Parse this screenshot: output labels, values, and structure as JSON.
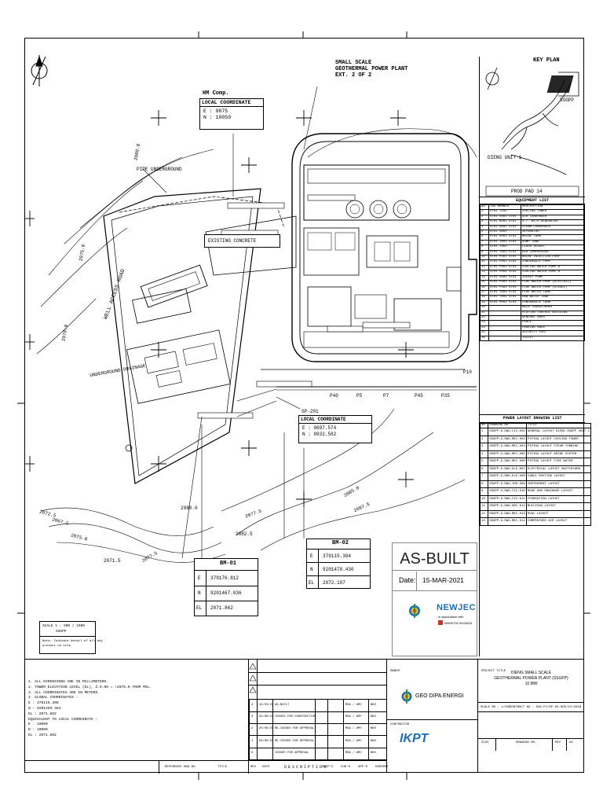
{
  "drawing": {
    "plant_label": [
      "SMALL SCALE",
      "GEOTHERMAL POWER PLANT",
      "EXT. 2 OF 2"
    ],
    "hm_label": "HM Comp.",
    "local_coord_title": "LOCAL COORDINATE",
    "local_coord_e": "E  : 9875",
    "local_coord_n": "N  : 10050",
    "pipe_underground": "PIPE UNDERGROUND",
    "existing_concrete": "EXISTING CONCRETE",
    "underground_drainage": "UNDERGROUND DRAINAGE",
    "road_label": "WELL ACCESS ROAD",
    "sp_label": "SP-201",
    "sp_coord_title": "LOCAL COORDINATE",
    "sp_coord_e": "E  : 9697.574",
    "sp_coord_n": "N  : 9932.582",
    "contours": [
      "2075.0",
      "2070.0",
      "2072.5",
      "2067.5",
      "2075.0",
      "2080.0",
      "2077.5",
      "2082.5",
      "2085.0",
      "2087.5",
      "2071.5",
      "2077.5",
      "2080.0"
    ],
    "grid_labels": [
      "P40",
      "P5",
      "P7",
      "P45",
      "P35",
      "P10"
    ],
    "bm01": {
      "title": "BM-01",
      "rows": [
        [
          "E",
          "379176.812"
        ],
        [
          "N",
          "9201467.036"
        ],
        [
          "EL",
          "2071.862"
        ]
      ]
    },
    "bm02": {
      "title": "BM-02",
      "rows": [
        [
          "E",
          "379115.304"
        ],
        [
          "N",
          "9201470.430"
        ],
        [
          "EL",
          "2072.107"
        ]
      ]
    },
    "scale_note": [
      "SCALE 1 : 500 / 1000",
      "SSGPP"
    ],
    "scale_note2": [
      "Note: Indicate detail of all key",
      "product on site"
    ]
  },
  "keyplan": {
    "title": "KEY PLAN",
    "ssgpp": "SSGPP",
    "unit_label": "DIENG UNIT 1",
    "pad_label": "PROD PAD 14"
  },
  "equipment_list": {
    "title": "EQUIPMENT LIST",
    "headers": [
      "No.",
      "TAG NUMBER",
      "DESCRIPTION"
    ],
    "rows": [
      [
        "1",
        "ST01 T102",
        "COOLING TOWER"
      ],
      [
        "2",
        "ST01 E001 ST01",
        "AIR CONDENSER"
      ],
      [
        "3",
        "ST01 K001 ST01",
        "S.T. WITH GENERATOR"
      ],
      [
        "4",
        "ST01 G001 ST01",
        "STEAM CONDENSER"
      ],
      [
        "5",
        "ST01 S001",
        "SEPARATOR"
      ],
      [
        "6",
        "ST01 S002 ST01",
        "BRINE TANK"
      ],
      [
        "7",
        "ST01 T001 ST01",
        "SUMP TANK"
      ],
      [
        "8",
        "ST01 T002",
        "FLASH VESSEL"
      ],
      [
        "9",
        "ST01 T003 ST01",
        "AIR COMPRESSOR"
      ],
      [
        "10",
        "ST01 P001 ST01",
        "BRINE INJECTION PUMP"
      ],
      [
        "11",
        "ST01 P002 ST01",
        "CONDENSATE PUMP"
      ],
      [
        "12",
        "ST01 P003 ST01",
        "COOLING WATER PUMP A"
      ],
      [
        "13",
        "ST01 P004 ST01",
        "COOLING WATER PUMP B"
      ],
      [
        "14",
        "ST01 P005 ST01",
        "JOCKEY PUMP"
      ],
      [
        "15",
        "ST01 F001 ST01",
        "FIRE WATER PUMP (ELECTRIC)"
      ],
      [
        "16",
        "ST01 F002 ST01",
        "FIRE WATER PUMP (DIESEL)"
      ],
      [
        "17",
        "ST01 T004 ST01",
        "FIRE WATER TANK"
      ],
      [
        "18",
        "ST01 T005 ST01",
        "RAW WATER TANK"
      ],
      [
        "19",
        "ST01 V001 ST01",
        "CONDENSATE TANK"
      ],
      [
        "20",
        "-",
        "MAIN TRANSFORMER"
      ],
      [
        "21",
        "-",
        "STATION CONTROL BUILDING"
      ],
      [
        "22",
        "-",
        "GENERAL AREA"
      ],
      [
        "23",
        "-",
        "FENCE"
      ],
      [
        "24",
        "-",
        "PARKING AREA"
      ],
      [
        "25",
        "-",
        "SECURITY POST"
      ],
      [
        "26",
        "-",
        "TOILET"
      ]
    ]
  },
  "drawing_list": {
    "title": "POWER LAYOUT DRAWING LIST",
    "headers": [
      "No.",
      "DRAWING No.",
      "TITLE"
    ],
    "rows": [
      [
        "1",
        "SSGPP-G-DWG-CIV-002",
        "GENERAL LAYOUT DIENG SSGPP UNIT 1"
      ],
      [
        "2",
        "SSGPP-G-DWG-MEC-003",
        "PIPING LAYOUT COOLING TOWER"
      ],
      [
        "3",
        "SSGPP-G-DWG-MEC-004",
        "PIPING LAYOUT STEAM TURBINE"
      ],
      [
        "4",
        "SSGPP-G-DWG-MEC-005",
        "PIPING LAYOUT BRINE SYSTEM"
      ],
      [
        "5",
        "SSGPP-G-DWG-MEC-006",
        "PIPING LAYOUT FIRE WATER"
      ],
      [
        "6",
        "SSGPP-G-DWG-ELE-007",
        "ELECTRICAL LAYOUT SWITCHYARD"
      ],
      [
        "7",
        "SSGPP-G-DWG-ELE-008",
        "CABLE ROUTING LAYOUT"
      ],
      [
        "8",
        "SSGPP-G-DWG-INS-009",
        "INSTRUMENT LAYOUT"
      ],
      [
        "9",
        "SSGPP-G-DWG-CIV-010",
        "ROAD AND DRAINAGE LAYOUT"
      ],
      [
        "10",
        "SSGPP-G-DWG-CIV-011",
        "FOUNDATION LAYOUT"
      ],
      [
        "11",
        "SSGPP-G-DWG-ARC-012",
        "BUILDING LAYOUT"
      ],
      [
        "12",
        "SSGPP-G-DWG-MEC-013",
        "HVAC LAYOUT"
      ],
      [
        "13",
        "SSGPP-G-DWG-MEC-014",
        "COMPRESSED AIR LAYOUT"
      ]
    ]
  },
  "asbuilt": {
    "title": "AS-BUILT",
    "date_label": "Date:",
    "date_value": "15-MAR-2021",
    "newjec": "NEWJEC",
    "assoc": "in association with",
    "partner": "WASKITA HUSADA"
  },
  "notes": [
    "1. ALL DIMENSIONS ARE IN MILLIMETERS.",
    "2. TOWER ELEVATION LEVEL (EL), Z.0.00 = +2075.0 FROM MSL.",
    "3. ALL COORDINATES ARE IN METERS.",
    "4. GLOBAL COORDINATES :",
    "   E : 379116.308",
    "   N : 9201469.484",
    "   EL : 2071.862",
    "   EQUIVALENT TO LOCAL COORDINATE :",
    "   E : 10000",
    "   N : 10000",
    "   EL : 2071.862"
  ],
  "revisions": {
    "rows": [
      [
        "4",
        "15/03/2021",
        "AS-BUILT",
        "",
        "",
        "MSA / AMY",
        "BKH"
      ],
      [
        "3",
        "02/06/2020",
        "ISSUED FOR CONSTRUCTION",
        "",
        "",
        "MSA / AMY",
        "BKH"
      ],
      [
        "2",
        "25/06/2019",
        "RE-ISSUED FOR APPROVAL AND CONSTRUCTION",
        "",
        "",
        "MSA / AMY",
        "BKH"
      ],
      [
        "1",
        "04/06/2019",
        "RE-ISSUED FOR APPROVAL (FOR REVIEW)",
        "",
        "",
        "MSA / AMY",
        "BKH"
      ],
      [
        "0",
        "",
        "ISSUED FOR APPROVAL",
        "",
        "",
        "MSA / AMY",
        "BKH"
      ]
    ],
    "footer": [
      "REFERENCE DWG NO.",
      "TITLE",
      "REV",
      "DATE",
      "DESCRIPTION",
      "PREP'D",
      "CHK'D",
      "APP'D",
      "ENDORSE"
    ]
  },
  "owner": {
    "label": "OWNER",
    "name": "GEO DIPA ENERGI",
    "contractor_label": "CONTRACTOR",
    "contractor": "IKPT"
  },
  "project": {
    "label": "PROJECT TITLE",
    "lines": [
      "DIENG SMALL SCALE",
      "GEOTHERMAL POWER PLANT (SSGPP)",
      "10 MW"
    ],
    "scale": "SCALE NO : 1/500",
    "contract": "CONTRACT NO : 049.PJ/KP.03-GDE/VI/2018",
    "bottom": [
      "SIZE",
      "DRAWING NO.",
      "REV",
      "A3"
    ]
  },
  "colors": {
    "accent": "#e8472a",
    "blue": "#1f6db5",
    "green": "#2a9a44",
    "yellow": "#f2c230"
  }
}
